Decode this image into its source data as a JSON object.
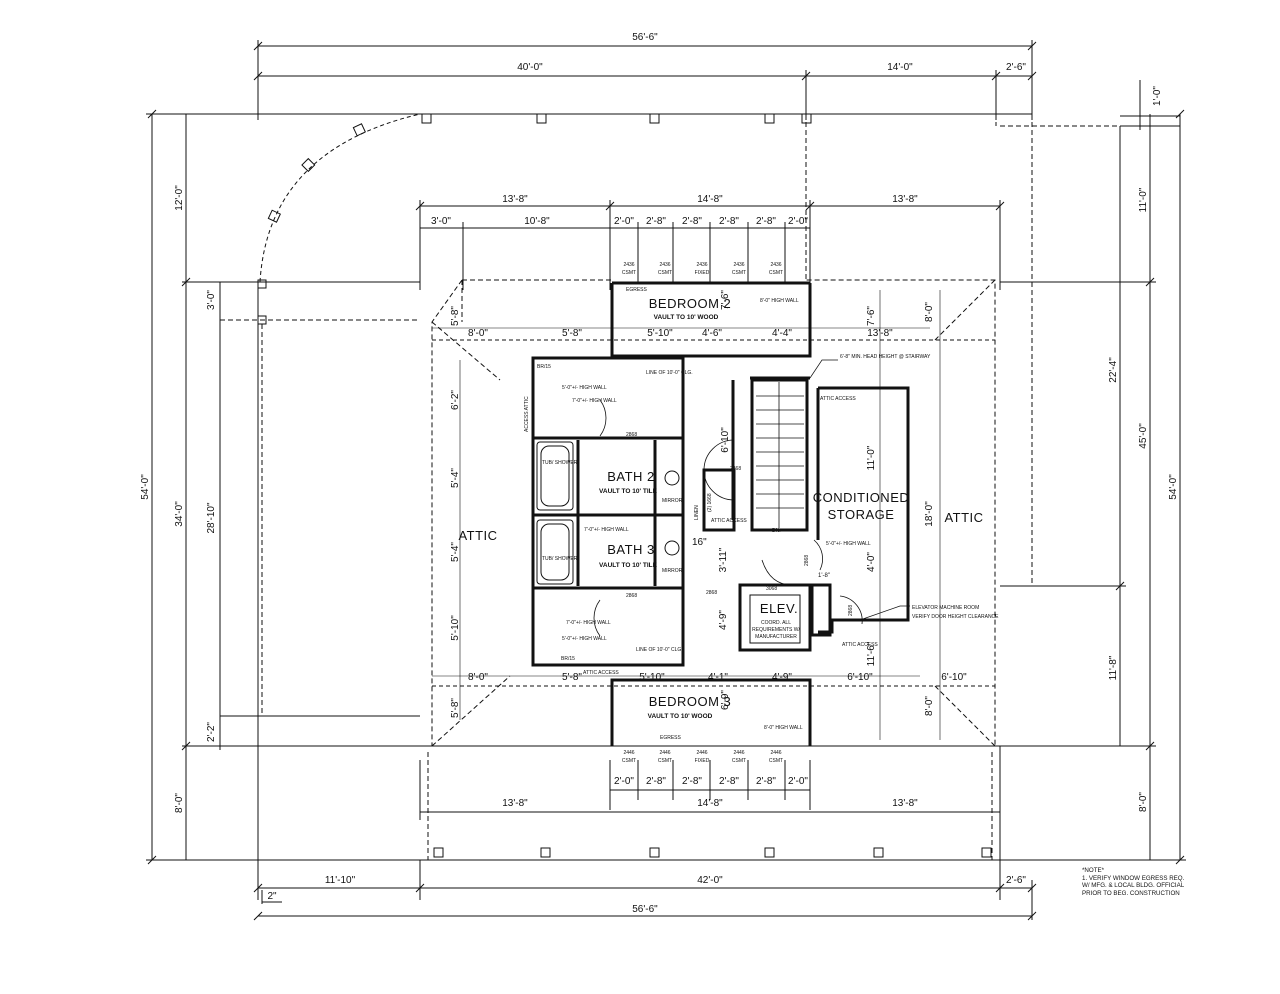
{
  "dimensions": {
    "overall_width": "56'-6\"",
    "top_segments": [
      "40'-0\"",
      "14'-0\"",
      "2'-6\""
    ],
    "bottom_segments": [
      "11'-10\"",
      "42'-0\"",
      "2'-6\""
    ],
    "bottom_left_offset": "2\"",
    "top_right_offset": "1'-0\"",
    "inner_row": [
      "13'-8\"",
      "14'-8\"",
      "13'-8\""
    ],
    "window_row": [
      "3'-0\"",
      "10'-8\"",
      "2'-0\"",
      "2'-8\"",
      "2'-8\"",
      "2'-8\"",
      "2'-8\"",
      "2'-0\""
    ],
    "bottom_window_row": [
      "2'-0\"",
      "2'-8\"",
      "2'-8\"",
      "2'-8\"",
      "2'-8\"",
      "2'-0\""
    ],
    "left_overall": "54'-0\"",
    "left_segments": [
      "12'-0\"",
      "34'-0\"",
      "8'-0\""
    ],
    "left_inner": [
      "3'-0\"",
      "28'-10\"",
      "2'-2\""
    ],
    "left_rooms": [
      "5'-8\"",
      "6'-2\"",
      "5'-4\"",
      "5'-4\"",
      "5'-10\"",
      "5'-8\""
    ],
    "right_overall": "54'-0\"",
    "right_segments": [
      "11'-0\"",
      "45'-0\"",
      "8'-0\""
    ],
    "right_inner": [
      "22'-4\"",
      "11'-8\""
    ],
    "right_room_dims": [
      "8'-0\"",
      "18'-0\"",
      "8'-0\""
    ],
    "top_room_row": [
      "8'-0\"",
      "5'-8\"",
      "5'-10\"",
      "4'-6\"",
      "4'-4\"",
      "13'-8\""
    ],
    "bottom_room_row": [
      "8'-0\"",
      "5'-8\"",
      "5'-10\"",
      "4'-1\"",
      "4'-9\"",
      "6'-10\"",
      "6'-10\""
    ],
    "misc": [
      "7'-6\"",
      "7'-6\"",
      "6'-10\"",
      "11'-0\"",
      "4'-0\"",
      "1'-8\"",
      "3'-11\"",
      "4'-9\"",
      "16\"",
      "6'-9\"",
      "11'-6\""
    ]
  },
  "windows_top": [
    {
      "size": "2436",
      "type": "CSMT"
    },
    {
      "size": "2436",
      "type": "CSMT"
    },
    {
      "size": "2436",
      "type": "FIXED"
    },
    {
      "size": "2436",
      "type": "CSMT"
    },
    {
      "size": "2436",
      "type": "CSMT"
    }
  ],
  "windows_bottom": [
    {
      "size": "2446",
      "type": "CSMT"
    },
    {
      "size": "2446",
      "type": "CSMT"
    },
    {
      "size": "2446",
      "type": "FIXED"
    },
    {
      "size": "2446",
      "type": "CSMT"
    },
    {
      "size": "2446",
      "type": "CSMT"
    }
  ],
  "rooms": {
    "bedroom2": {
      "name": "BEDROOM 2",
      "sub": "VAULT TO 10' WOOD"
    },
    "bedroom3": {
      "name": "BEDROOM 3",
      "sub": "VAULT TO 10' WOOD"
    },
    "bath2": {
      "name": "BATH 2",
      "sub": "VAULT TO 10' TILE"
    },
    "bath3": {
      "name": "BATH 3",
      "sub": "VAULT TO 10' TILE"
    },
    "storage": {
      "line1": "CONDITIONED",
      "line2": "STORAGE"
    },
    "elev": {
      "name": "ELEV.",
      "line1": "COORD. ALL",
      "line2": "REQUIREMENTS W/",
      "line3": "MANUFACTURER"
    },
    "attic_left": "ATTIC",
    "attic_right": "ATTIC"
  },
  "labels": {
    "egress": "EGRESS",
    "high_wall_8": "8'-0\" HIGH WALL",
    "high_wall_5": "5'-0\"+/- HIGH WALL",
    "high_wall_7": "7'-0\"+/- HIGH WALL",
    "high_wall_5_right": "5'-0\"+/- HIGH WALL",
    "line_clg": "LINE OF 10'-0\" CLG.",
    "attic_access": "ATTIC ACCESS",
    "access_attic_v": "ACCESS ATTIC",
    "tub_shower": "TUB/ SHOWER",
    "mirror": "MIRROR",
    "linen": "LINEN",
    "linen_door": "(2) 1668",
    "dn": "DN.",
    "br15": "BR/15",
    "head_height": "6'-8\" MIN. HEAD HEIGHT @ STAIRWAY",
    "elev_machine": "ELEVATOR MACHINE ROOM",
    "elev_verify": "VERIFY DOOR HEIGHT CLEARANCE",
    "door_2868": "2868",
    "door_3068": "3068"
  },
  "note": {
    "head": "*NOTE*",
    "lines": [
      "1. VERIFY WINDOW EGRESS REQ.",
      "W/ MFG. & LOCAL BLDG. OFFICIAL",
      "PRIOR TO BEG. CONSTRUCTION"
    ]
  }
}
